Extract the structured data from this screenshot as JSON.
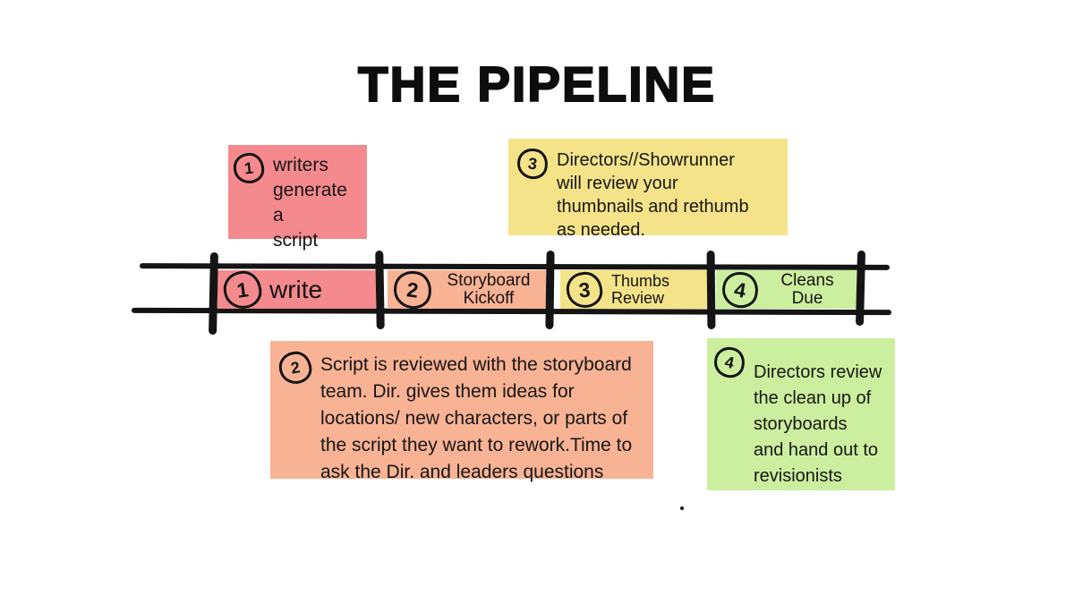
{
  "title": "THE PIPELINE",
  "colors": {
    "pink": "#F48A8E",
    "salmon": "#F8B294",
    "yellow": "#F5E38A",
    "green": "#CBEF9E",
    "ink": "#141414"
  },
  "timeline": {
    "stages": [
      {
        "number": "1",
        "label": "write"
      },
      {
        "number": "2",
        "label": "Storyboard\nKickoff"
      },
      {
        "number": "3",
        "label": "Thumbs\nReview"
      },
      {
        "number": "4",
        "label": "Cleans\nDue"
      }
    ]
  },
  "notes": [
    {
      "number": "1",
      "text": "writers\ngenerate a\nscript"
    },
    {
      "number": "2",
      "text": "Script is reviewed with the storyboard\nteam. Dir. gives them ideas for\nlocations/ new characters, or parts of\nthe script they want to rework.Time to\nask the Dir. and leaders questions"
    },
    {
      "number": "3",
      "text": "Directors//Showrunner\nwill review your\nthumbnails and rethumb\nas needed."
    },
    {
      "number": "4",
      "text": "Directors review\nthe clean up of\nstoryboards\nand hand out to\nrevisionists"
    }
  ]
}
